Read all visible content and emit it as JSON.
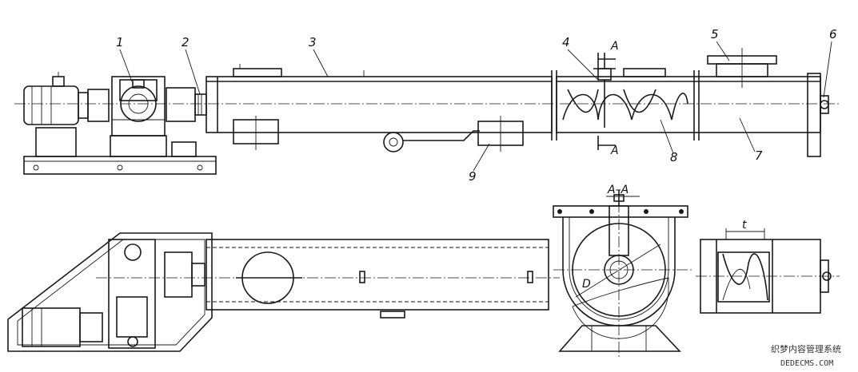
{
  "callouts": {
    "c1": "1",
    "c2": "2",
    "c3": "3",
    "c4": "4",
    "c5": "5",
    "c6": "6",
    "c7": "7",
    "c8": "8",
    "c9": "9"
  },
  "section": {
    "cut_letter": "A",
    "title": "A–A",
    "diameter_label": "D",
    "pitch_label": "t"
  },
  "watermark": {
    "line1": "织梦内容管理系统",
    "line2": "DEDECMS.COM"
  }
}
